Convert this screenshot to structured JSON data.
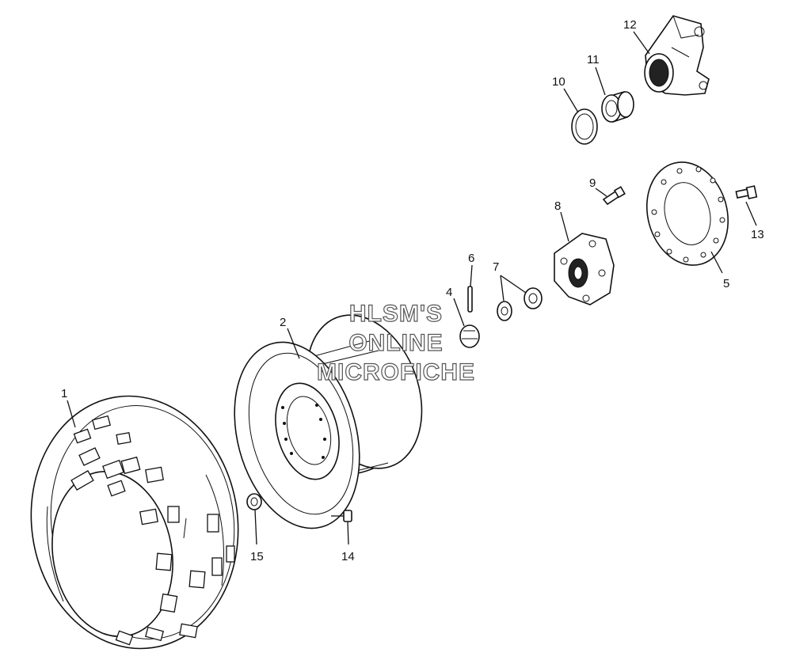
{
  "diagram": {
    "watermark": [
      "HLSM'S",
      "ONLINE",
      "MICROFICHE"
    ],
    "callouts": {
      "tire": "1",
      "wheel": "2",
      "hub_nut": "4",
      "brake_disc": "5",
      "cotter_pin": "6",
      "washers": "7",
      "hub": "8",
      "hub_bolt": "9",
      "snap_ring": "10",
      "bearing": "11",
      "knuckle": "12",
      "disc_bolt": "13",
      "wheel_stud": "14",
      "lug_nut": "15"
    }
  }
}
